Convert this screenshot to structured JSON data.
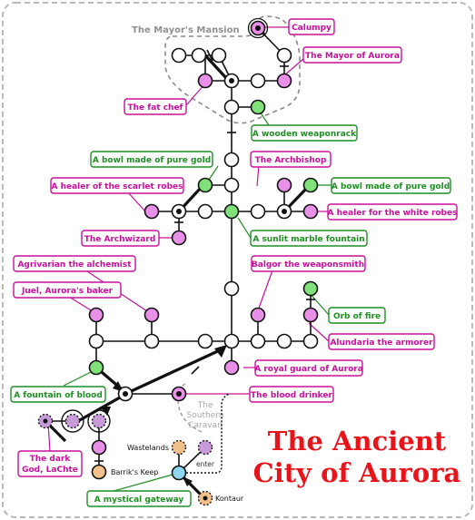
{
  "map": {
    "title_line1": "The Ancient",
    "title_line2": "City of Aurora",
    "region_mansion": "The Mayor's Mansion",
    "region_caravan": [
      "The",
      "Southern",
      "Caravan"
    ],
    "enter_label": "enter"
  },
  "labels": {
    "calumpy": "Calumpy",
    "mayor": "The Mayor of Aurora",
    "fat_chef": "The fat chef",
    "weaponrack": "A wooden weaponrack",
    "bowl_gold_left": "A bowl made of pure gold",
    "archbishop": "The Archbishop",
    "healer_scarlet": "A healer of the scarlet robes",
    "bowl_gold_right": "A bowl made of pure gold",
    "healer_white": "A healer for the white robes",
    "archwizard": "The Archwizard",
    "marble_fountain": "A sunlit marble fountain",
    "agrivarian": "Agrivarian the alchemist",
    "balgor": "Balgor the weaponsmith",
    "juel": "Juel, Aurora's baker",
    "orb_fire": "Orb of fire",
    "alundaria": "Alundaria the armorer",
    "royal_guard": "A royal guard of Aurora",
    "fountain_blood": "A fountain of blood",
    "blood_drinker": "The blood drinker",
    "dark_god_1": "The dark",
    "dark_god_2": "God, LaChte",
    "wastelands": "Wastelands",
    "barriks_keep": "Barrik's Keep",
    "gateway": "A mystical gateway",
    "kontaur": "Kontaur"
  },
  "colors": {
    "magenta": "#c8109b",
    "green": "#1f8f24",
    "node_pink": "#e88fe8",
    "node_green": "#80e07a",
    "node_cyan": "#8fd6f2",
    "node_orange": "#f2c08a",
    "node_purple": "#c79ad8",
    "title_red": "#e8141c"
  }
}
